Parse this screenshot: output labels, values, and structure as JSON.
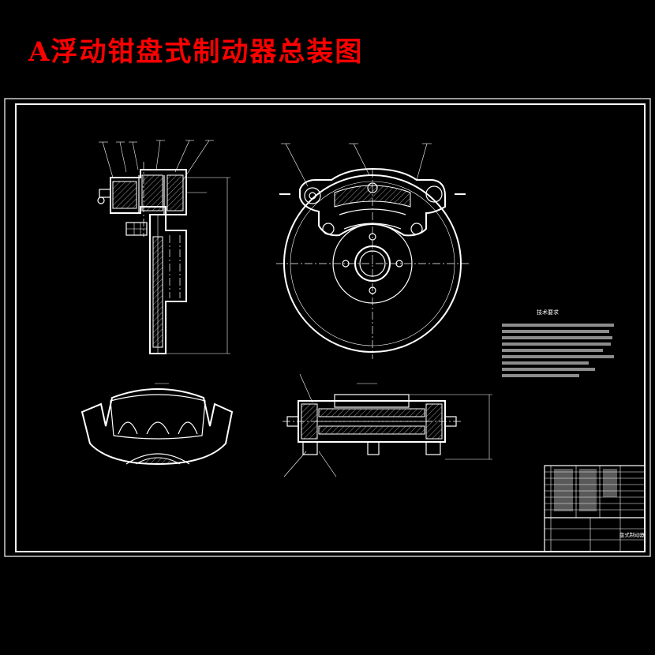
{
  "title": {
    "text": "A浮动钳盘式制动器总装图",
    "color": "#ff0000"
  },
  "drawing": {
    "line_color": "#ffffff",
    "background": "#000000",
    "views": [
      "side-section-view",
      "front-view",
      "brake-pad-view",
      "bottom-section-view"
    ],
    "tech_requirements_heading": "技术要求",
    "title_block_name": "盘式制动器"
  }
}
